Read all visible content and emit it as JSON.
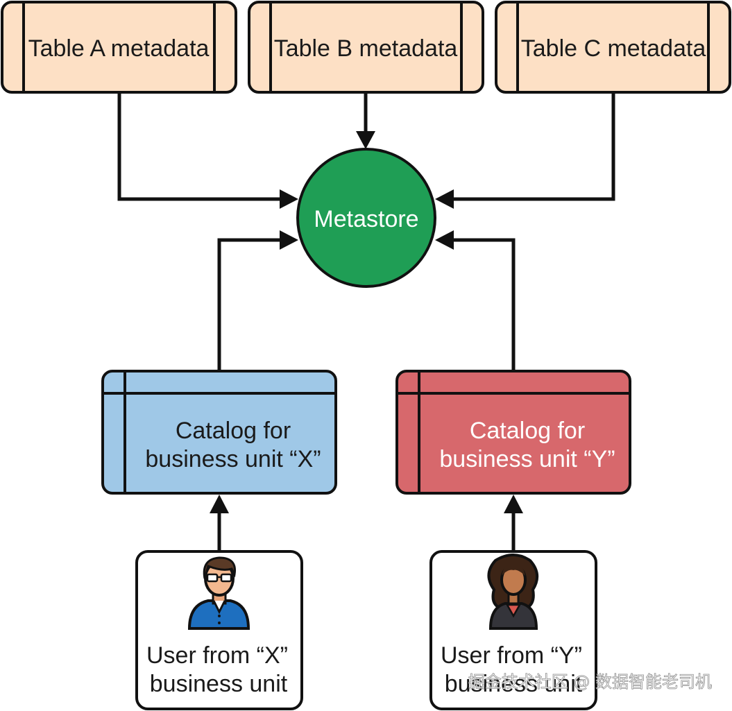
{
  "tables": [
    {
      "label": "Table A metadata"
    },
    {
      "label": "Table B metadata"
    },
    {
      "label": "Table C metadata"
    }
  ],
  "metastore": {
    "label": "Metastore"
  },
  "catalogs": [
    {
      "line1": "Catalog for",
      "line2": "business unit “X”"
    },
    {
      "line1": "Catalog for",
      "line2": "business unit “Y”"
    }
  ],
  "users": [
    {
      "line1": "User from “X”",
      "line2": "business unit"
    },
    {
      "line1": "User from “Y”",
      "line2": "business unit"
    }
  ],
  "watermark": {
    "text": "掘金技术社区 @ 数据智能老司机"
  },
  "colors": {
    "table_fill": "#fde0c5",
    "metastore_fill": "#1f9e55",
    "catalog_x_fill": "#9fc8e7",
    "catalog_y_fill": "#d7686c",
    "stroke": "#111111"
  },
  "icons": {
    "user_x": "man-with-glasses-avatar-icon",
    "user_y": "woman-with-curly-hair-avatar-icon"
  }
}
